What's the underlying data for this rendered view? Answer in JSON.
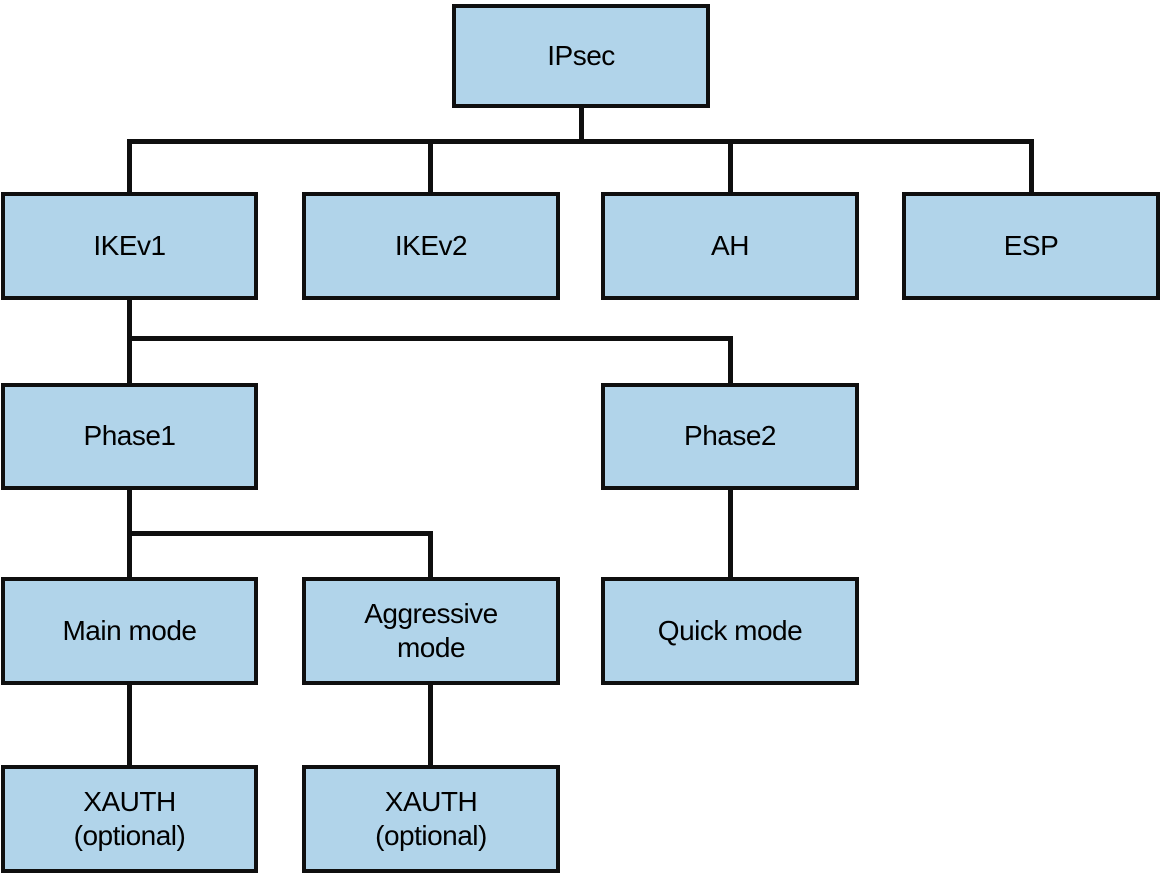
{
  "colors": {
    "node_fill": "#b1d4ea",
    "node_border": "#0f0f0f",
    "connector": "#0f0f0f",
    "background": "#ffffff",
    "text": "#000000"
  },
  "nodes": {
    "ipsec": {
      "label": "IPsec"
    },
    "ikev1": {
      "label": "IKEv1"
    },
    "ikev2": {
      "label": "IKEv2"
    },
    "ah": {
      "label": "AH"
    },
    "esp": {
      "label": "ESP"
    },
    "phase1": {
      "label": "Phase1"
    },
    "phase2": {
      "label": "Phase2"
    },
    "main_mode": {
      "label": "Main mode"
    },
    "aggressive_mode": {
      "label": "Aggressive\nmode"
    },
    "quick_mode": {
      "label": "Quick mode"
    },
    "xauth_main": {
      "label": "XAUTH\n(optional)"
    },
    "xauth_aggressive": {
      "label": "XAUTH\n(optional)"
    }
  },
  "edges": [
    {
      "from": "IPsec",
      "to": "IKEv1"
    },
    {
      "from": "IPsec",
      "to": "IKEv2"
    },
    {
      "from": "IPsec",
      "to": "AH"
    },
    {
      "from": "IPsec",
      "to": "ESP"
    },
    {
      "from": "IKEv1",
      "to": "Phase1"
    },
    {
      "from": "IKEv1",
      "to": "Phase2"
    },
    {
      "from": "Phase1",
      "to": "Main mode"
    },
    {
      "from": "Phase1",
      "to": "Aggressive mode"
    },
    {
      "from": "Phase2",
      "to": "Quick mode"
    },
    {
      "from": "Main mode",
      "to": "XAUTH (optional)"
    },
    {
      "from": "Aggressive mode",
      "to": "XAUTH (optional)"
    }
  ]
}
